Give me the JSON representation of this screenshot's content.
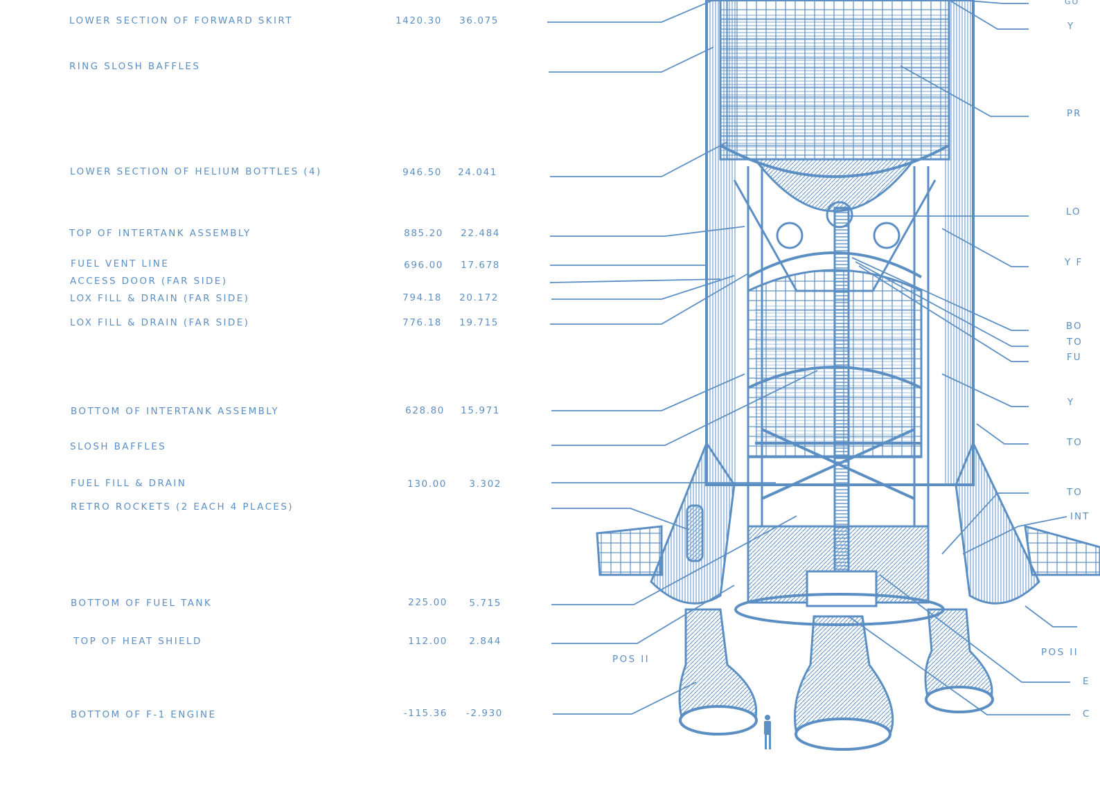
{
  "stations": [
    {
      "label": "LOWER SECTION OF FORWARD SKIRT",
      "inches": "1420.30",
      "meters": "36.075"
    },
    {
      "label": "RING SLOSH BAFFLES",
      "inches": "",
      "meters": ""
    },
    {
      "label": "LOWER SECTION OF HELIUM BOTTLES (4)",
      "inches": "946.50",
      "meters": "24.041"
    },
    {
      "label": "TOP OF INTERTANK ASSEMBLY",
      "inches": "885.20",
      "meters": "22.484"
    },
    {
      "label": "FUEL VENT LINE",
      "inches": "696.00",
      "meters": "17.678"
    },
    {
      "label": "ACCESS DOOR (FAR SIDE)",
      "inches": "",
      "meters": ""
    },
    {
      "label": "LOX FILL & DRAIN (FAR SIDE)",
      "inches": "794.18",
      "meters": "20.172"
    },
    {
      "label": "LOX FILL & DRAIN (FAR SIDE)",
      "inches": "776.18",
      "meters": "19.715"
    },
    {
      "label": "BOTTOM OF INTERTANK ASSEMBLY",
      "inches": "628.80",
      "meters": "15.971"
    },
    {
      "label": "SLOSH BAFFLES",
      "inches": "",
      "meters": ""
    },
    {
      "label": "FUEL FILL & DRAIN",
      "inches": "130.00",
      "meters": "3.302"
    },
    {
      "label": "RETRO ROCKETS (2 EACH 4 PLACES)",
      "inches": "",
      "meters": ""
    },
    {
      "label": "BOTTOM OF FUEL TANK",
      "inches": "225.00",
      "meters": "5.715"
    },
    {
      "label": "TOP OF HEAT SHIELD",
      "inches": "112.00",
      "meters": "2.844"
    },
    {
      "label": "BOTTOM OF F-1 ENGINE",
      "inches": "-115.36",
      "meters": "-2.930"
    }
  ],
  "position_labels": {
    "left": "POS II",
    "right": "POS II"
  },
  "right_edge_labels": [
    "GO",
    "Y",
    "PR",
    "LO",
    "Y F",
    "BO",
    "TO",
    "FU",
    "Y",
    "TO",
    "TO",
    "INT",
    "",
    "E",
    "C"
  ],
  "colors": {
    "ink": "#5b8fc4",
    "background": "#ffffff"
  }
}
